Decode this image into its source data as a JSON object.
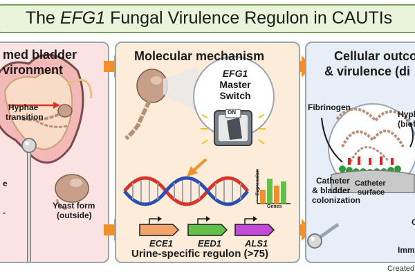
{
  "title": {
    "prefix": "The ",
    "gene": "EFG1",
    "suffix": " Fungal Virulence Regulon in CAUTIs"
  },
  "panel_a": {
    "title_line1": "med bladder",
    "title_line2": "vironment",
    "hyphae_label_line1": "Hyphae",
    "hyphae_label_line2": "transition",
    "yeast_label_line1": "Yeast form",
    "yeast_label_line2": "(outside)",
    "left_fragment_1": "e",
    "left_fragment_2": "-"
  },
  "panel_b": {
    "title": "Molecular mechanism",
    "switch_line1": "EFG1",
    "switch_line2": "Master",
    "switch_line3": "Switch",
    "switch_state": "ON",
    "chart_ylabel": "Expression",
    "chart_xlabel": "Genes",
    "genes": [
      "ECE1",
      "EED1",
      "ALS1"
    ],
    "footer": "Urine-specific regulon (>75)"
  },
  "panel_c": {
    "title_line1": "Cellular outco",
    "title_line2": "& virulence (di",
    "fibrinogen_label": "Fibrinogen",
    "hyphae_label_line1": "Hyph",
    "hyphae_label_line2": "(biofil",
    "catheter_label_line1": "Catheter",
    "catheter_label_line2": "surface",
    "colonization_line1": "Catheter",
    "colonization_line2": "& bladder",
    "colonization_line3": "colonization",
    "fragment_c": "C",
    "fragment_imm": "Imm"
  },
  "credit": "Created",
  "colors": {
    "arrow": "#f0902a",
    "dna_red": "#d8342a",
    "dna_blue": "#2a4fb0",
    "gene_orange": "#f4a46a",
    "gene_green": "#62c04a",
    "gene_purple": "#c24ad6",
    "fungus": "#c8a08a"
  },
  "icons": [
    "bladder-icon",
    "catheter-icon",
    "yeast-cell-icon",
    "hypha-icon",
    "switch-icon",
    "dna-helix-icon",
    "bar-chart-icon",
    "gene-arrow-icon",
    "biofilm-icon",
    "arrow-icon"
  ]
}
